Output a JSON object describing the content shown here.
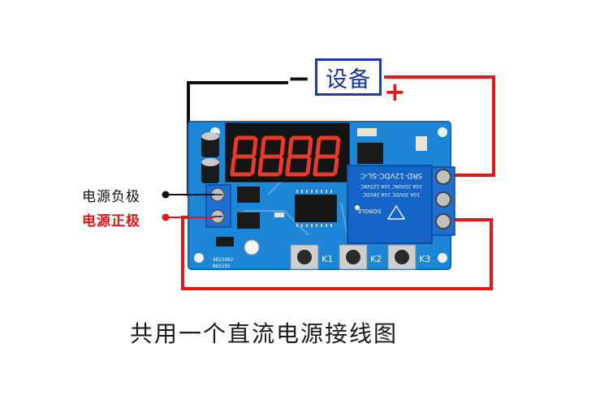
{
  "device_label": "设备",
  "terminal_minus": "−",
  "terminal_plus": "+",
  "label_negative": "电源负极",
  "label_positive": "电源正极",
  "caption": "共用一个直流电源接线图",
  "board": {
    "relay_text": "SRD-12VDC-SL-C",
    "relay_brand": "SONGLE",
    "relay_ratings": [
      "10A 250VAC 10A 125VAC",
      "10A 30VDC 10A 28VDC"
    ],
    "chip_text": [
      "4B23482",
      "N83191"
    ],
    "buttons": [
      "K1",
      "K2",
      "K3"
    ]
  },
  "colors": {
    "board": "#1e86d6",
    "wire_positive": "#e01818",
    "wire_negative": "#111111",
    "device_border": "#1c3aa8"
  }
}
